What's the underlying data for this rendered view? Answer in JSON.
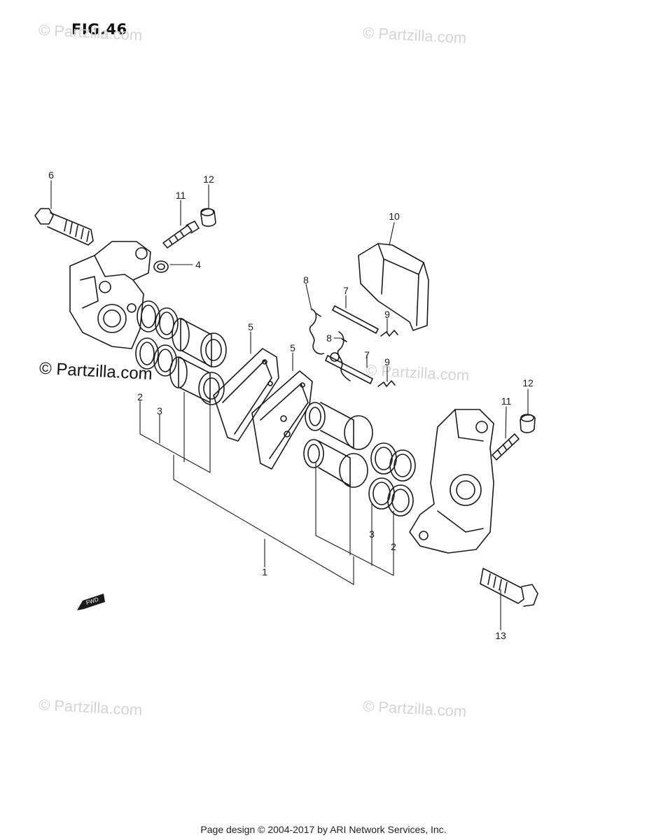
{
  "figure": {
    "title": "FIG.46"
  },
  "watermarks": {
    "top_left": "© Partzilla.com",
    "top_right": "© Partzilla.com",
    "middle_left": "© Partzilla.com",
    "middle_right": "© Partzilla.com",
    "bottom_left": "© Partzilla.com",
    "bottom_right": "© Partzilla.com"
  },
  "callouts": {
    "c1": "1",
    "c2a": "2",
    "c2b": "2",
    "c3a": "3",
    "c3b": "3",
    "c4": "4",
    "c5a": "5",
    "c5b": "5",
    "c6": "6",
    "c7a": "7",
    "c7b": "7",
    "c8a": "8",
    "c8b": "8",
    "c9a": "9",
    "c9b": "9",
    "c10": "10",
    "c11a": "11",
    "c11b": "11",
    "c12a": "12",
    "c12b": "12",
    "c13": "13"
  },
  "front_marker": "FWD",
  "footer": {
    "text": "Page design © 2004-2017 by ARI Network Services, Inc."
  },
  "colors": {
    "line": "#1a1a1a",
    "watermark": "#d4d4d4"
  }
}
